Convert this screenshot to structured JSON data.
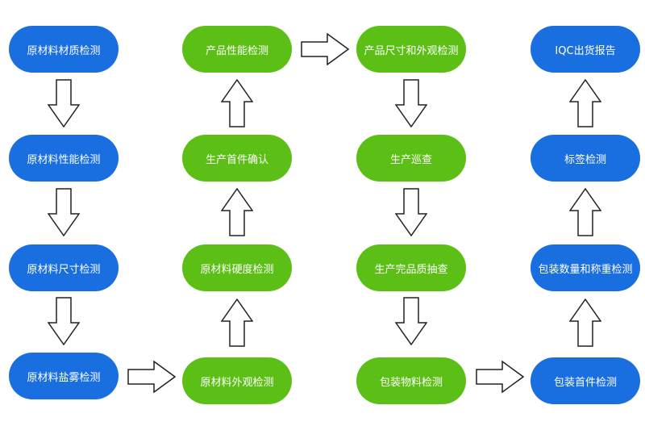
{
  "colors": {
    "blue": "#1a6fe0",
    "green": "#5cbf16",
    "arrow_stroke": "#222222"
  },
  "column1": [
    {
      "label": "原材料材质检测"
    },
    {
      "label": "原材料性能检测"
    },
    {
      "label": "原材料尺寸检测"
    },
    {
      "label": "原材料盐雾检测"
    }
  ],
  "column2": [
    {
      "label": "产品性能检测"
    },
    {
      "label": "生产首件确认"
    },
    {
      "label": "原材料硬度检测"
    },
    {
      "label": "原材料外观检测"
    }
  ],
  "column3": [
    {
      "label": "产品尺寸和外观检测"
    },
    {
      "label": "生产巡查"
    },
    {
      "label": "生产完品质抽查"
    },
    {
      "label": "包装物料检测"
    }
  ],
  "column4": [
    {
      "label": "IQC出货报告"
    },
    {
      "label": "标签检测"
    },
    {
      "label": "包装数量和称重检测"
    },
    {
      "label": "包装首件检测"
    }
  ]
}
